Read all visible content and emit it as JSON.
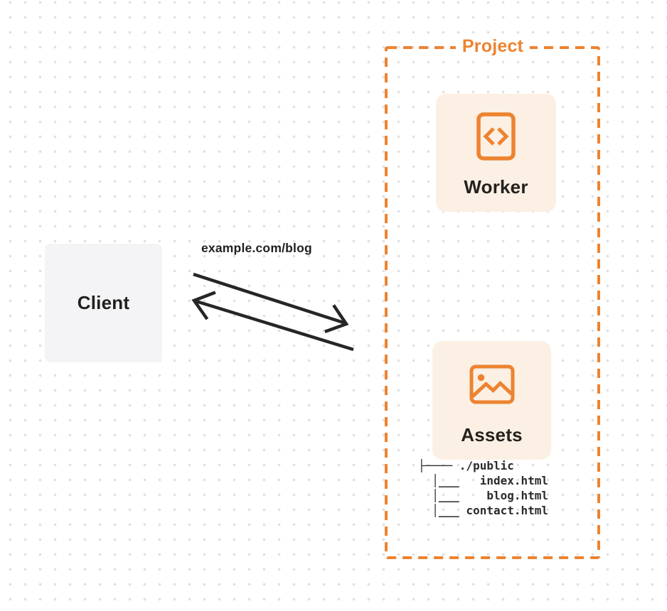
{
  "colors": {
    "orange": "#ED8330",
    "card_bg": "#FBF0E3",
    "client_bg": "#F4F4F6",
    "ink": "#23211F",
    "arrow_ink": "#262626",
    "tree_ink": "#2B2B2B",
    "page_bg": "#FFFFFF",
    "dot": "#E0E0E2"
  },
  "client": {
    "label": "Client"
  },
  "arrows": {
    "request_label": "example.com/blog",
    "request_direction": "client-to-project",
    "response_direction": "project-to-client"
  },
  "project": {
    "title": "Project",
    "nodes": {
      "worker": {
        "label": "Worker",
        "icon": "code-file-icon"
      },
      "assets": {
        "label": "Assets",
        "icon": "image-icon"
      }
    },
    "file_tree": "├──── ./public\n  │___   index.html\n  │___    blog.html\n  │___ contact.html"
  }
}
